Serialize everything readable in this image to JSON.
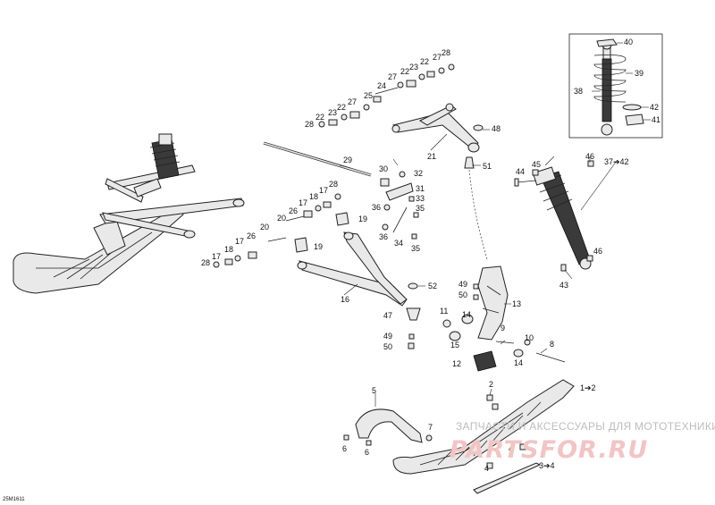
{
  "diagram_code": "25M1611",
  "watermark": {
    "line1": "ЗАПЧАСТИ И АКСЕССУАРЫ ДЛЯ МОТОТЕХНИКИ",
    "line2": "PARTSFOR.RU"
  },
  "callouts": [
    {
      "id": "c40",
      "text": "40"
    },
    {
      "id": "c39",
      "text": "39"
    },
    {
      "id": "c38",
      "text": "38"
    },
    {
      "id": "c42a",
      "text": "42"
    },
    {
      "id": "c41",
      "text": "41"
    },
    {
      "id": "c37",
      "text": "37➔42"
    },
    {
      "id": "c44",
      "text": "44"
    },
    {
      "id": "c45",
      "text": "45"
    },
    {
      "id": "c46a",
      "text": "46"
    },
    {
      "id": "c46b",
      "text": "46"
    },
    {
      "id": "c43",
      "text": "43"
    },
    {
      "id": "c28a",
      "text": "28"
    },
    {
      "id": "c27a",
      "text": "27"
    },
    {
      "id": "c22a",
      "text": "22"
    },
    {
      "id": "c23a",
      "text": "23"
    },
    {
      "id": "c22b",
      "text": "22"
    },
    {
      "id": "c27b",
      "text": "27"
    },
    {
      "id": "c24",
      "text": "24"
    },
    {
      "id": "c25",
      "text": "25"
    },
    {
      "id": "c27c",
      "text": "27"
    },
    {
      "id": "c22c",
      "text": "22"
    },
    {
      "id": "c23b",
      "text": "23"
    },
    {
      "id": "c22d",
      "text": "22"
    },
    {
      "id": "c28b",
      "text": "28"
    },
    {
      "id": "c48",
      "text": "48"
    },
    {
      "id": "c21",
      "text": "21"
    },
    {
      "id": "c51",
      "text": "51"
    },
    {
      "id": "c29",
      "text": "29"
    },
    {
      "id": "c30",
      "text": "30"
    },
    {
      "id": "c32",
      "text": "32"
    },
    {
      "id": "c31",
      "text": "31"
    },
    {
      "id": "c33",
      "text": "33"
    },
    {
      "id": "c36a",
      "text": "36"
    },
    {
      "id": "c35a",
      "text": "35"
    },
    {
      "id": "c36b",
      "text": "36"
    },
    {
      "id": "c34",
      "text": "34"
    },
    {
      "id": "c35b",
      "text": "35"
    },
    {
      "id": "c19a",
      "text": "19"
    },
    {
      "id": "c19b",
      "text": "19"
    },
    {
      "id": "c28c",
      "text": "28"
    },
    {
      "id": "c17a",
      "text": "17"
    },
    {
      "id": "c18a",
      "text": "18"
    },
    {
      "id": "c17b",
      "text": "17"
    },
    {
      "id": "c26a",
      "text": "26"
    },
    {
      "id": "c20a",
      "text": "20"
    },
    {
      "id": "c20b",
      "text": "20"
    },
    {
      "id": "c26b",
      "text": "26"
    },
    {
      "id": "c17c",
      "text": "17"
    },
    {
      "id": "c18b",
      "text": "18"
    },
    {
      "id": "c17d",
      "text": "17"
    },
    {
      "id": "c28d",
      "text": "28"
    },
    {
      "id": "c16",
      "text": "16"
    },
    {
      "id": "c52",
      "text": "52"
    },
    {
      "id": "c47",
      "text": "47"
    },
    {
      "id": "c49a",
      "text": "49"
    },
    {
      "id": "c50a",
      "text": "50"
    },
    {
      "id": "c49b",
      "text": "49"
    },
    {
      "id": "c50b",
      "text": "50"
    },
    {
      "id": "c13",
      "text": "13"
    },
    {
      "id": "c11",
      "text": "11"
    },
    {
      "id": "c14a",
      "text": "14"
    },
    {
      "id": "c15",
      "text": "15"
    },
    {
      "id": "c9",
      "text": "9"
    },
    {
      "id": "c10",
      "text": "10"
    },
    {
      "id": "c14b",
      "text": "14"
    },
    {
      "id": "c8",
      "text": "8"
    },
    {
      "id": "c12",
      "text": "12"
    },
    {
      "id": "c1",
      "text": "1➔2"
    },
    {
      "id": "c2",
      "text": "2"
    },
    {
      "id": "c5",
      "text": "5"
    },
    {
      "id": "c4a",
      "text": "4"
    },
    {
      "id": "c7",
      "text": "7"
    },
    {
      "id": "c6a",
      "text": "6"
    },
    {
      "id": "c6b",
      "text": "6"
    },
    {
      "id": "c4b",
      "text": "4"
    },
    {
      "id": "c3",
      "text": "3➔4"
    }
  ]
}
